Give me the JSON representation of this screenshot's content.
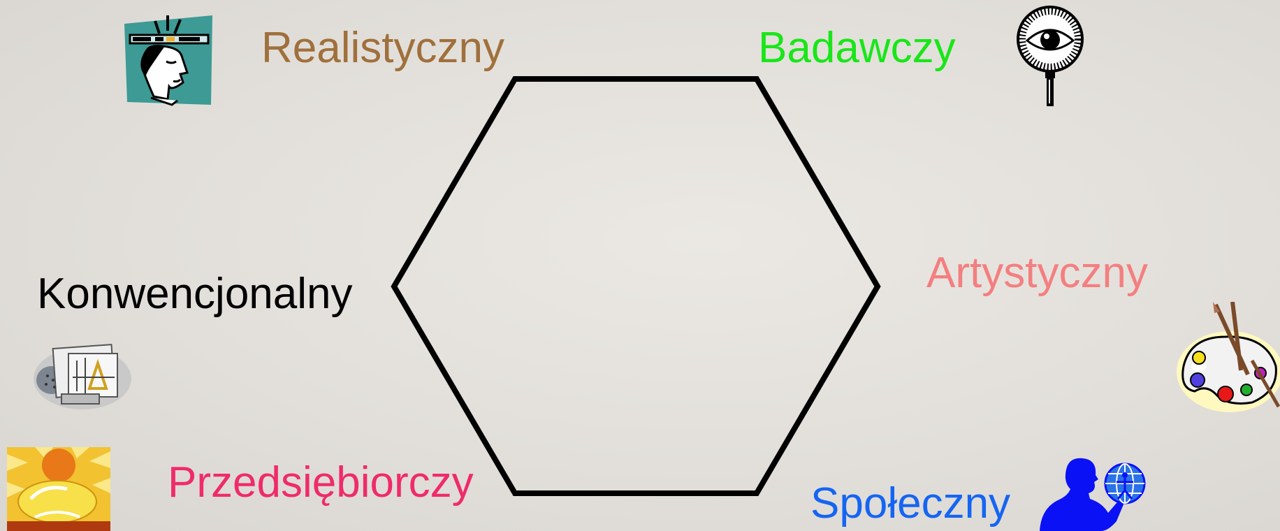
{
  "diagram": {
    "hexagon": {
      "stroke_color": "#000000"
    },
    "types": [
      {
        "key": "realistic",
        "label": "Realistyczny",
        "color": "#a0703c",
        "icon": "man-with-ruler-icon"
      },
      {
        "key": "investigative",
        "label": "Badawczy",
        "color": "#19e619",
        "icon": "magnifying-glass-eye-icon"
      },
      {
        "key": "artistic",
        "label": "Artystyczny",
        "color": "#f47f80",
        "icon": "paint-palette-icon"
      },
      {
        "key": "social",
        "label": "Społeczny",
        "color": "#1565f2",
        "icon": "person-holding-globe-icon"
      },
      {
        "key": "enterprising",
        "label": "Przedsiębiorczy",
        "color": "#ef2b6a",
        "icon": "piggy-bank-icon"
      },
      {
        "key": "conventional",
        "label": "Konwencjonalny",
        "color": "#000000",
        "icon": "office-documents-icon"
      }
    ]
  }
}
